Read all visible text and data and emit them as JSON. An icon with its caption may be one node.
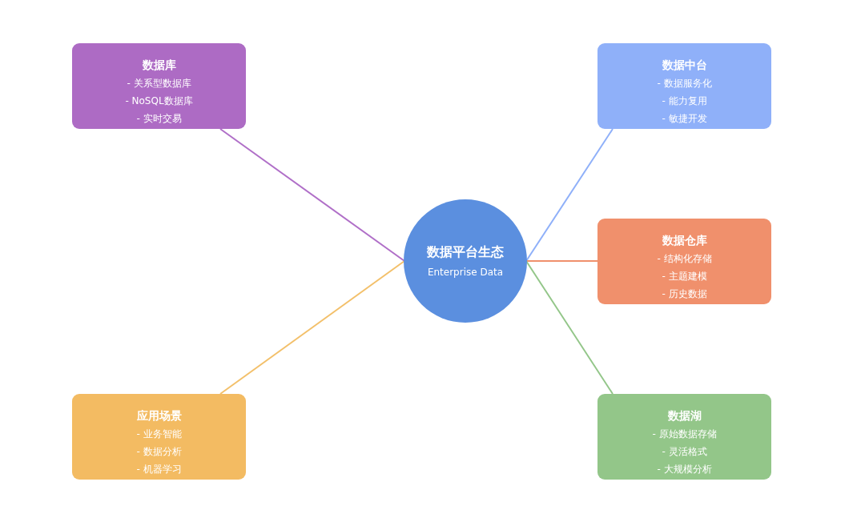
{
  "diagram": {
    "nodes": [
      {
        "text": [
          "数据平台生态",
          "Enterprise Data"
        ]
      },
      {
        "text": [
          "数据库",
          "- 关系型数据库",
          "- NoSQL数据库",
          "- 实时交易"
        ]
      },
      {
        "text": [
          "数据中台",
          "- 数据服务化",
          "- 能力复用",
          "- 敏捷开发"
        ]
      },
      {
        "text": [
          "数据仓库",
          "- 结构化存储",
          "- 主题建模",
          "- 历史数据"
        ]
      },
      {
        "text": [
          "应用场景",
          "- 业务智能",
          "- 数据分析",
          "- 机器学习"
        ]
      },
      {
        "text": [
          "数据湖",
          "- 原始数据存储",
          "- 灵活格式",
          "- 大规模分析"
        ]
      }
    ],
    "edges": [
      {
        "from": 0,
        "to": 1,
        "arrow": "none",
        "color": "#b06fc8"
      },
      {
        "from": 0,
        "to": 2,
        "arrow": "none",
        "color": "#8fb0f9"
      },
      {
        "from": 0,
        "to": 3,
        "arrow": "none",
        "color": "#f0906c"
      },
      {
        "from": 0,
        "to": 4,
        "arrow": "none",
        "color": "#f3c06a"
      },
      {
        "from": 0,
        "to": 5,
        "arrow": "none",
        "color": "#93c689"
      }
    ]
  }
}
